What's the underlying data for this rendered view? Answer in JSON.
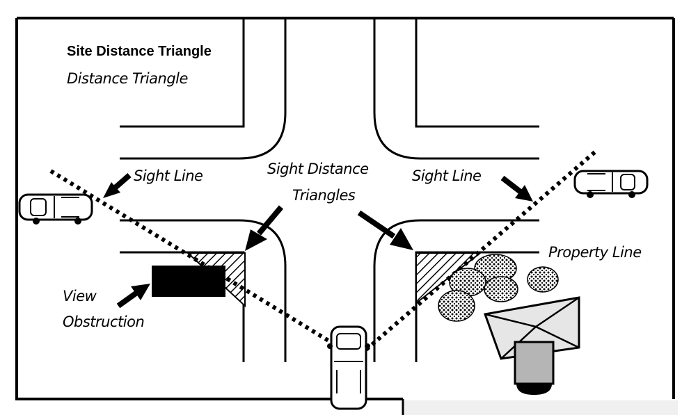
{
  "title": "Site Distance Triangle",
  "subtitle": "Distance Triangle",
  "labels": {
    "sight_line_left": "Sight Line",
    "sight_line_right": "Sight Line",
    "sight_triangles_line1": "Sight Distance",
    "sight_triangles_line2": "Triangles",
    "property_line": "Property Line",
    "view_line1": "View",
    "view_line2": "Obstruction"
  },
  "colors": {
    "ink": "#000000",
    "paper": "#ffffff",
    "house_roof": "#e6e6e6",
    "house_base": "#b5b5b5",
    "footer_gray": "#f0f0f0"
  },
  "icons": [
    "car-icon",
    "house-icon",
    "bush-icon",
    "arrow-icon"
  ]
}
